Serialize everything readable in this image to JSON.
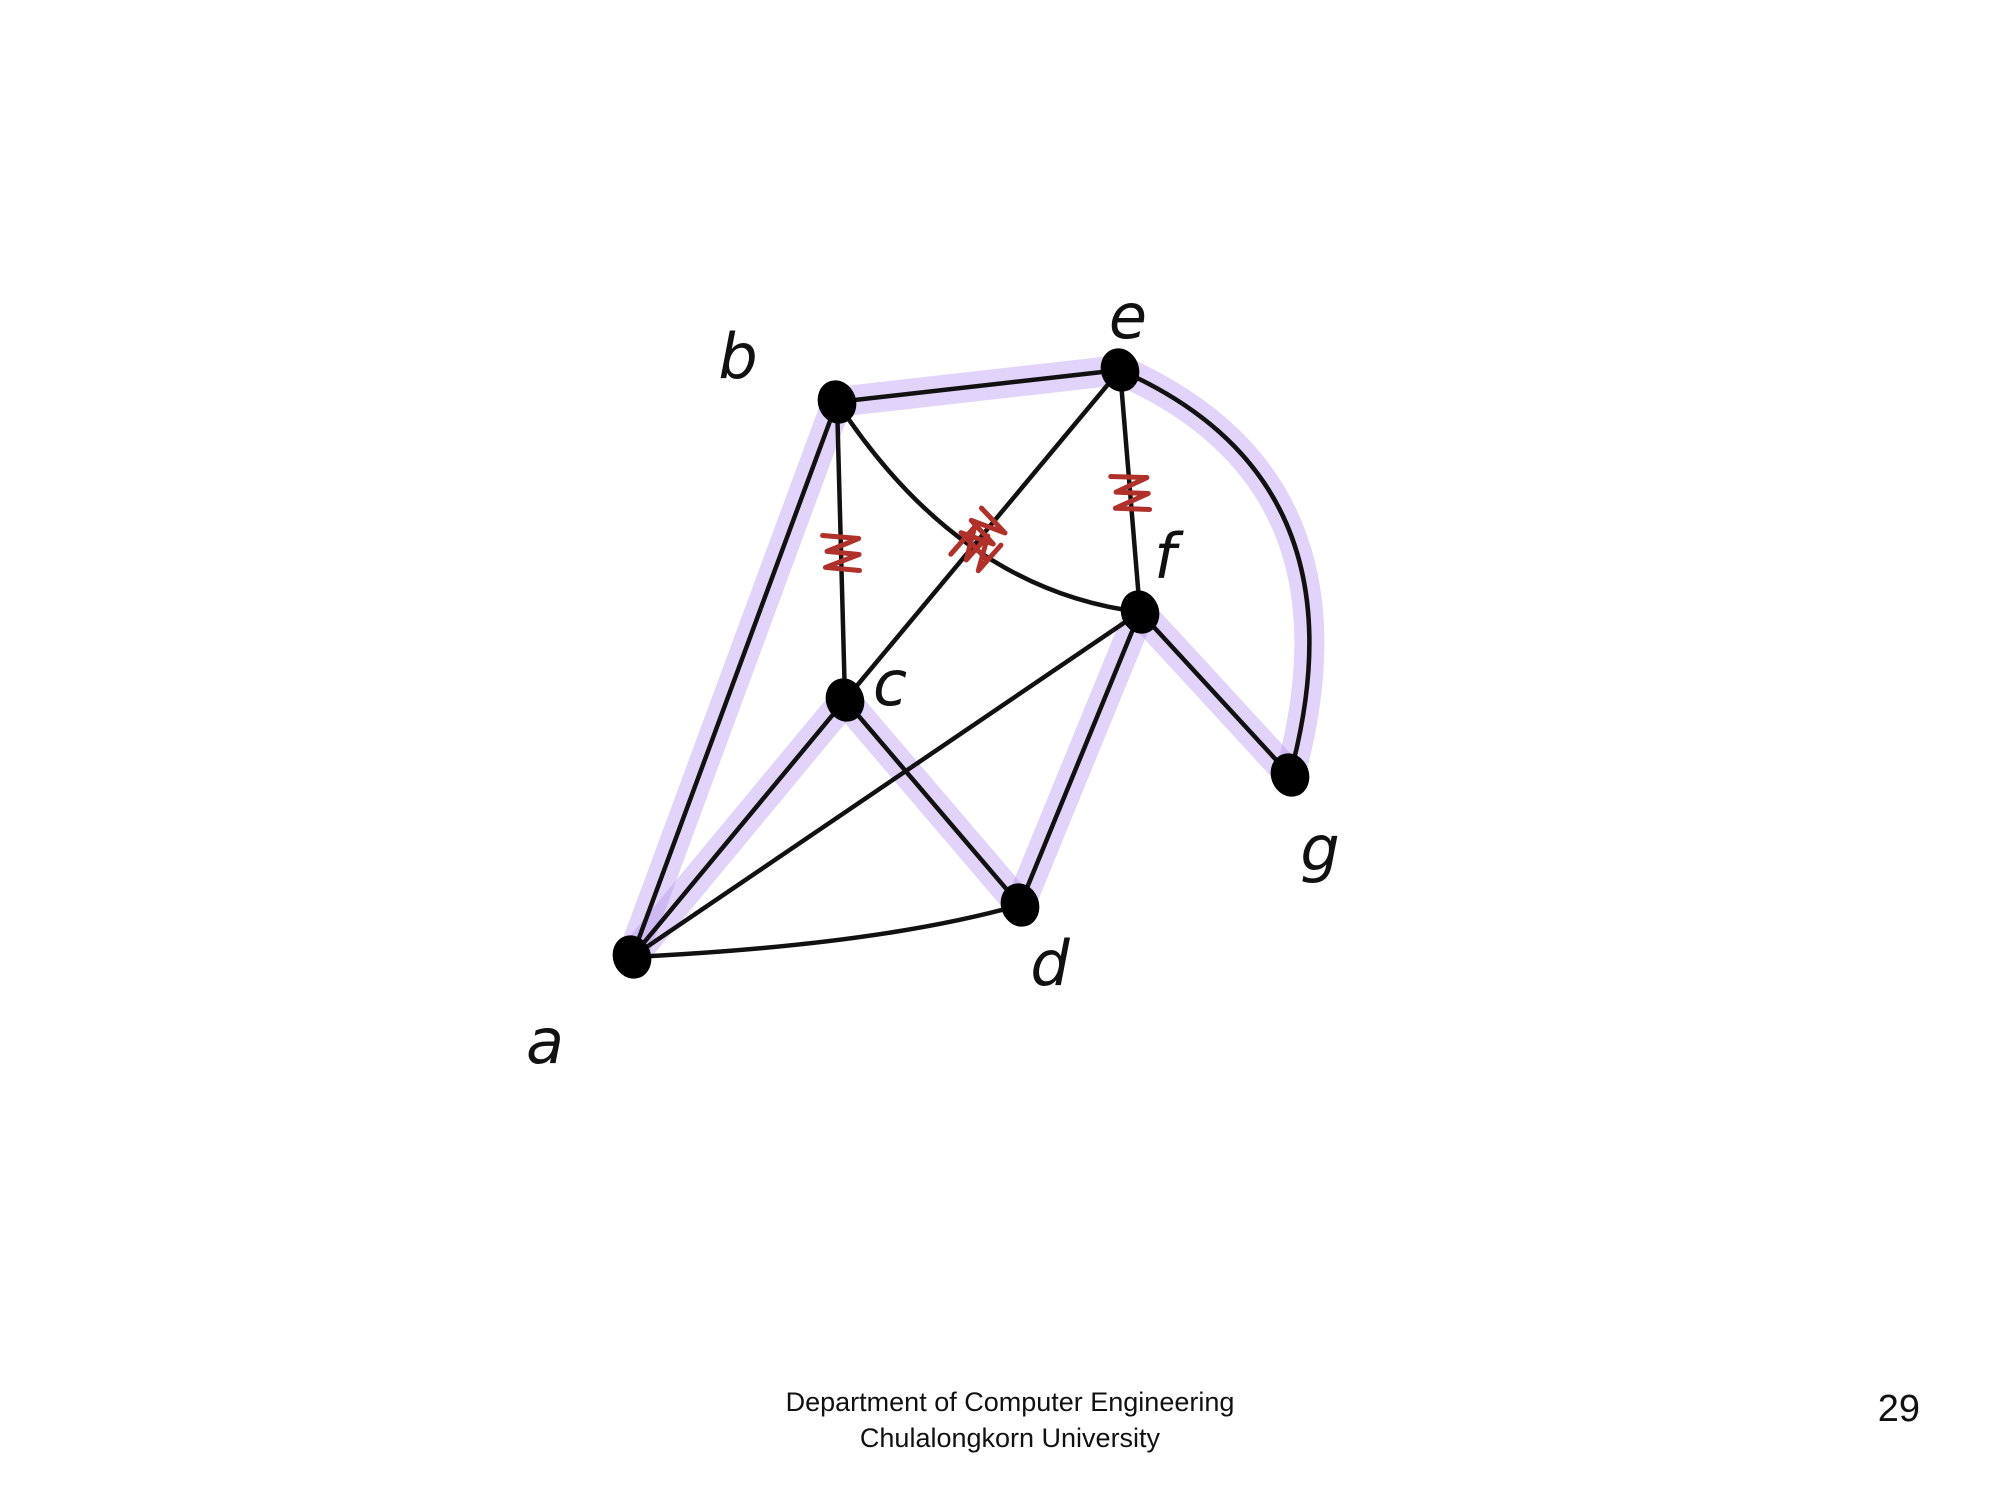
{
  "footer": {
    "department": "Department of Computer Engineering",
    "university": "Chulalongkorn University"
  },
  "slide_number": "29",
  "colors": {
    "edge": "#111111",
    "node": "#000000",
    "highlight": "#b896f0",
    "cut_mark": "#b0302a"
  },
  "graph": {
    "nodes": [
      {
        "id": "a",
        "label": "a"
      },
      {
        "id": "b",
        "label": "b"
      },
      {
        "id": "c",
        "label": "c"
      },
      {
        "id": "d",
        "label": "d"
      },
      {
        "id": "e",
        "label": "e"
      },
      {
        "id": "f",
        "label": "f"
      },
      {
        "id": "g",
        "label": "g"
      }
    ],
    "edges": [
      {
        "from": "a",
        "to": "b",
        "highlighted": true,
        "crossed": false
      },
      {
        "from": "a",
        "to": "c",
        "highlighted": true,
        "crossed": false
      },
      {
        "from": "a",
        "to": "d",
        "highlighted": false,
        "crossed": false
      },
      {
        "from": "a",
        "to": "f",
        "highlighted": false,
        "crossed": false
      },
      {
        "from": "b",
        "to": "e",
        "highlighted": true,
        "crossed": false
      },
      {
        "from": "b",
        "to": "c",
        "highlighted": false,
        "crossed": true
      },
      {
        "from": "b",
        "to": "f",
        "highlighted": false,
        "crossed": true
      },
      {
        "from": "c",
        "to": "e",
        "highlighted": false,
        "crossed": true
      },
      {
        "from": "c",
        "to": "d",
        "highlighted": true,
        "crossed": false
      },
      {
        "from": "d",
        "to": "f",
        "highlighted": true,
        "crossed": false
      },
      {
        "from": "e",
        "to": "f",
        "highlighted": false,
        "crossed": true
      },
      {
        "from": "e",
        "to": "g",
        "highlighted": true,
        "crossed": false
      },
      {
        "from": "f",
        "to": "g",
        "highlighted": true,
        "crossed": false
      }
    ]
  }
}
